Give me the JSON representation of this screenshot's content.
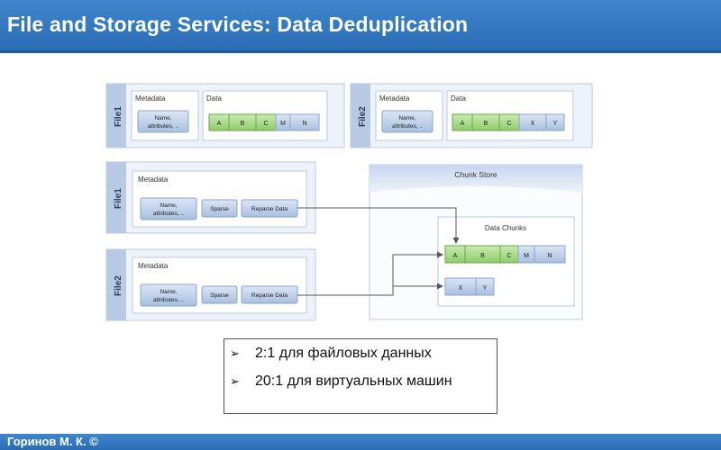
{
  "title": "File and Storage Services: Data Deduplication",
  "footer": "Горинов М. К. ©",
  "diagram": {
    "file1": "File1",
    "file2": "File2",
    "metadata": "Metadata",
    "data": "Data",
    "name_attr_line1": "Name,",
    "name_attr_line2": "attributes, ..",
    "sparse": "Sparse",
    "reparse": "Reparse Data",
    "chunk_store": "Chunk Store",
    "data_chunks": "Data Chunks",
    "chunks": {
      "a": "A",
      "b": "B",
      "c": "C",
      "m": "M",
      "n": "N",
      "x": "X",
      "y": "Y"
    },
    "colors": {
      "green": "#9fd37f",
      "blue": "#b9cce6"
    }
  },
  "bullets": [
    {
      "mark": "➢",
      "text": "2:1 для файловых данных"
    },
    {
      "mark": "➢",
      "text": "20:1 для виртуальных машин"
    }
  ]
}
